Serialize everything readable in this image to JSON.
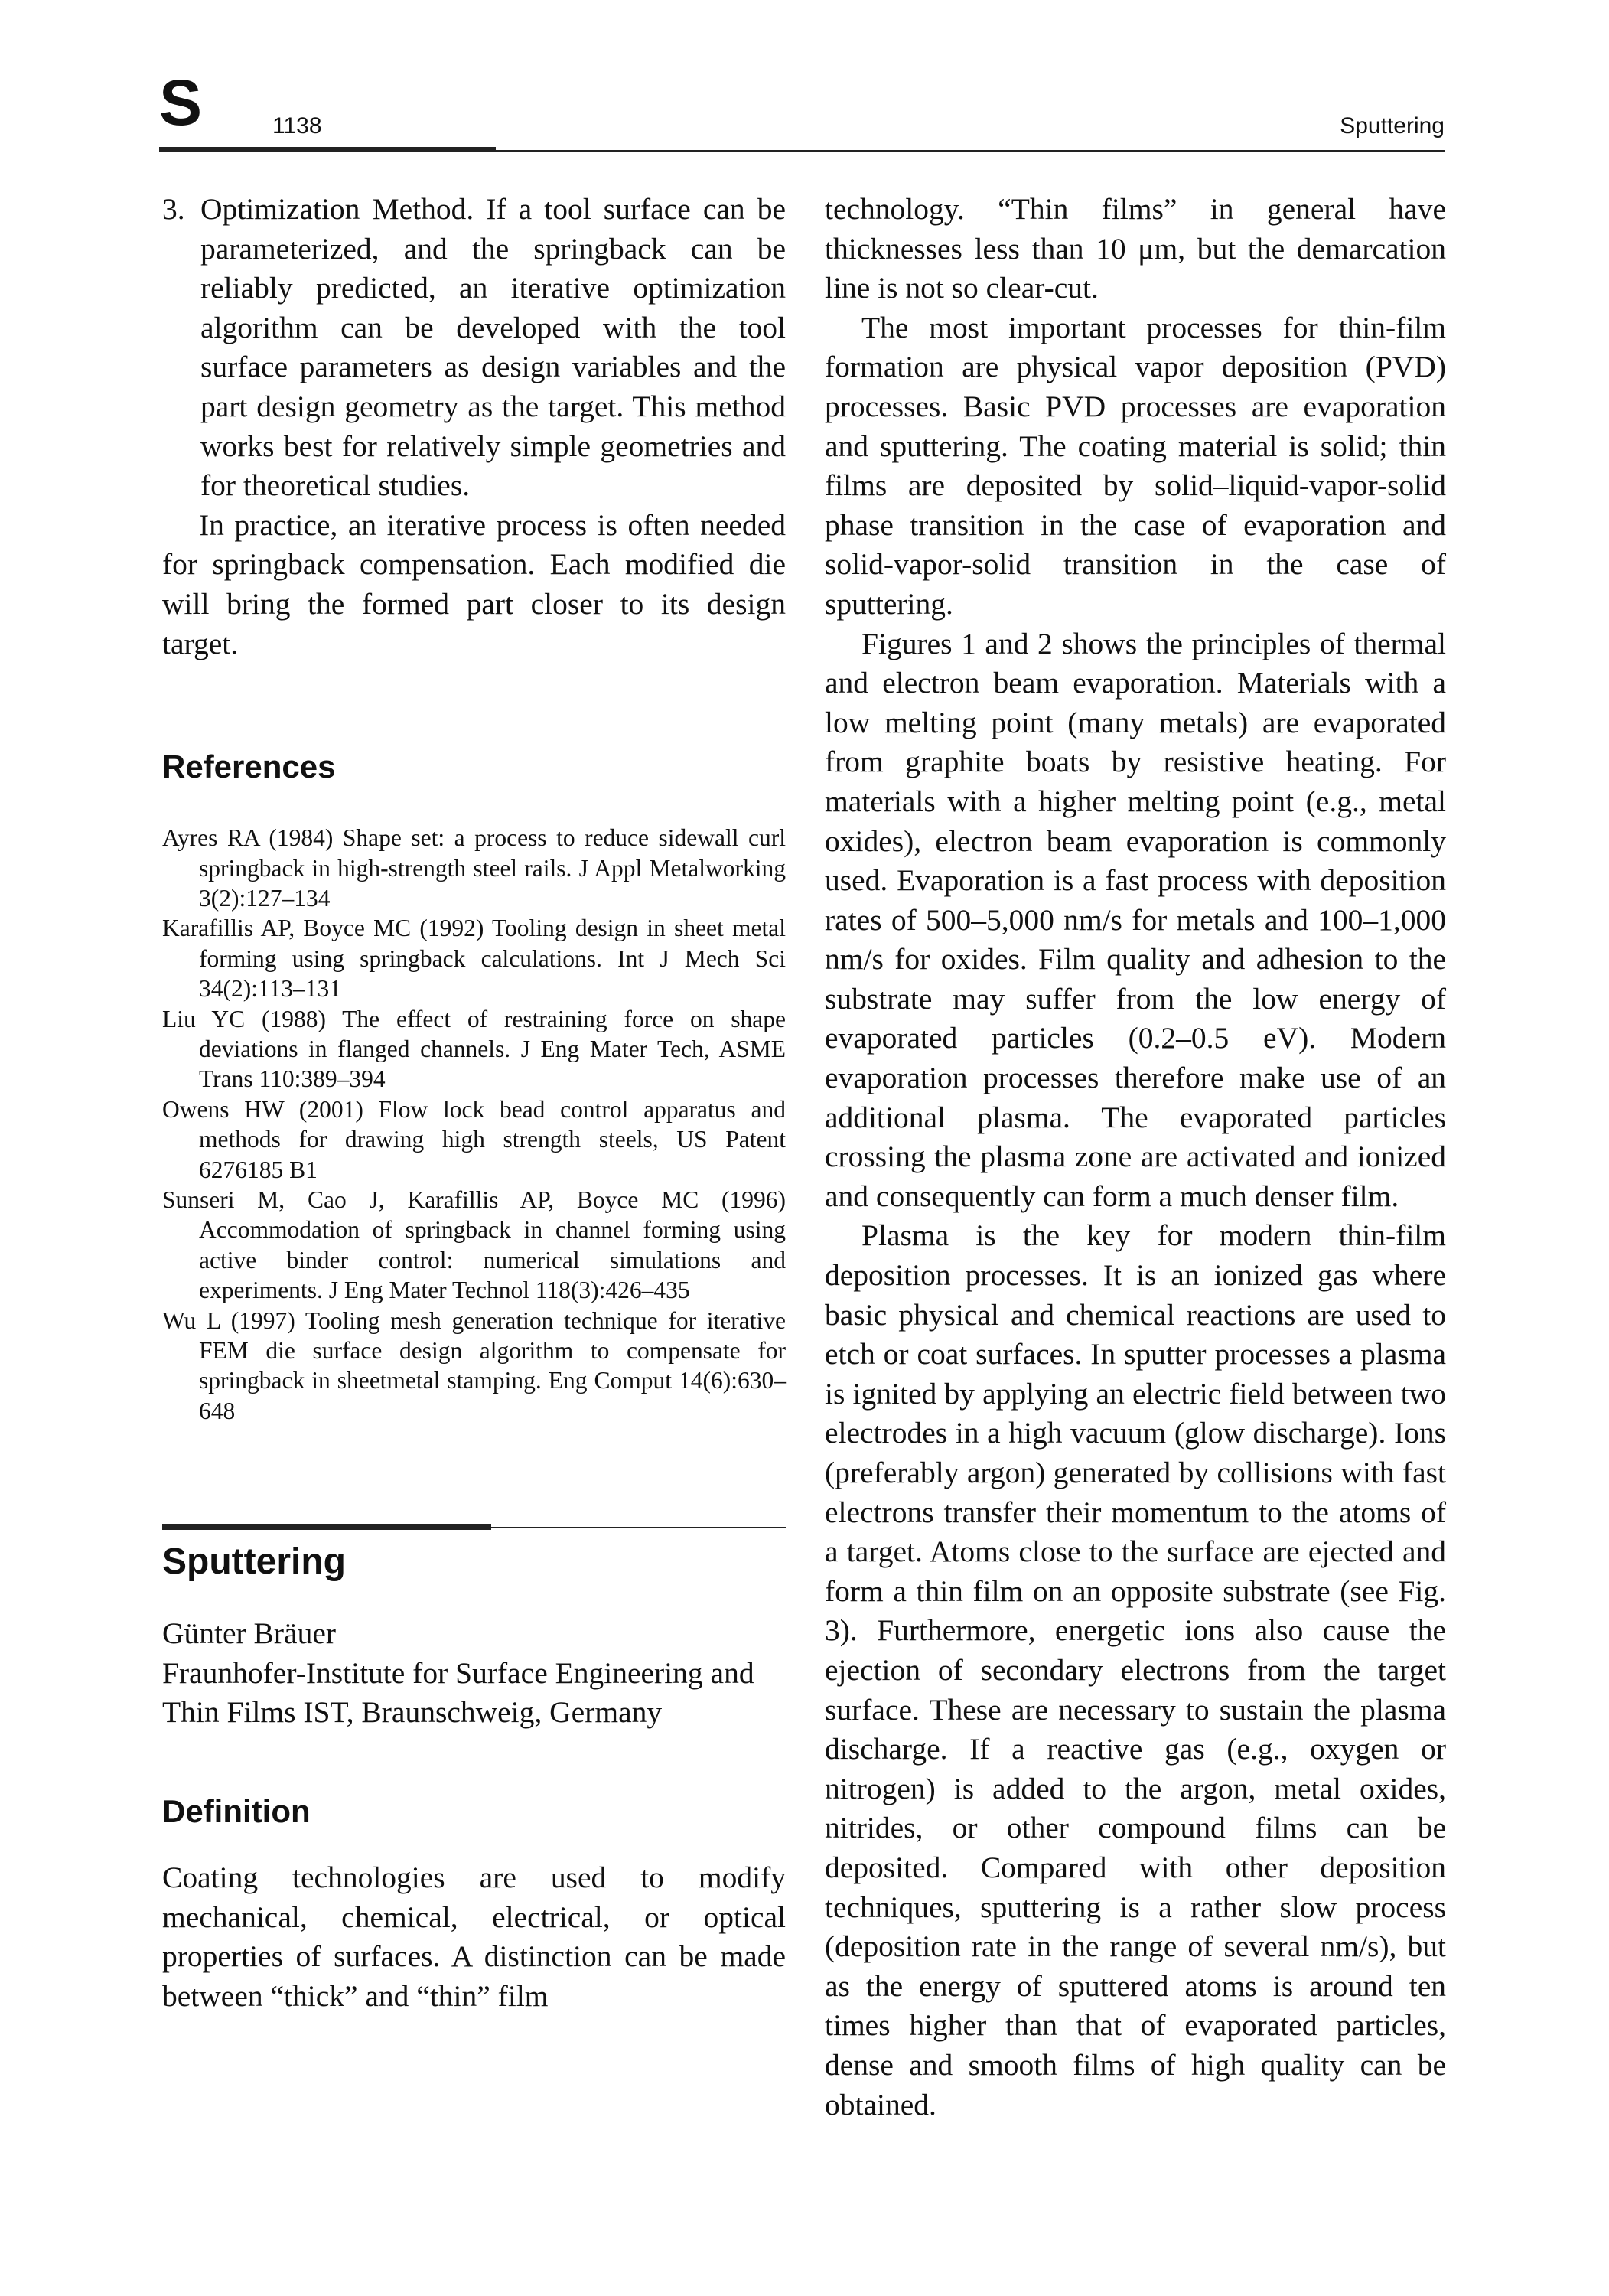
{
  "header": {
    "section_letter": "S",
    "page_number": "1138",
    "running_title": "Sputtering"
  },
  "left_column": {
    "list_item": {
      "number": "3.",
      "text": "Optimization Method. If a tool surface can be parameterized, and the springback can be reliably predicted, an iterative optimization algorithm can be developed with the tool surface parameters as design variables and the part design geometry as the target. This method works best for relatively simple geometries and for theoretical studies."
    },
    "paragraph": "In practice, an iterative process is often needed for springback compensation. Each modified die will bring the formed part closer to its design target.",
    "references_heading": "References",
    "references": [
      "Ayres RA (1984) Shape set: a process to reduce sidewall curl springback in high-strength steel rails. J Appl Metalworking 3(2):127–134",
      "Karafillis AP, Boyce MC (1992) Tooling design in sheet metal forming using springback calculations. Int J Mech Sci 34(2):113–131",
      "Liu YC (1988) The effect of restraining force on shape deviations in flanged channels. J Eng Mater Tech, ASME Trans 110:389–394",
      "Owens HW (2001) Flow lock bead control apparatus and methods for drawing high strength steels, US Patent 6276185 B1",
      "Sunseri M, Cao J, Karafillis AP, Boyce MC (1996) Accommodation of springback in channel forming using active binder control: numerical simulations and experiments. J Eng Mater Technol 118(3):426–435",
      "Wu L (1997) Tooling mesh generation technique for iterative FEM die surface design algorithm to compensate for springback in sheetmetal stamping. Eng Comput 14(6):630–648"
    ],
    "entry_title": "Sputtering",
    "author_name": "Günter Bräuer",
    "author_affiliation": "Fraunhofer-Institute for Surface Engineering and Thin Films IST, Braunschweig, Germany",
    "definition_heading": "Definition",
    "definition_text": "Coating technologies are used to modify mechanical, chemical, electrical, or optical properties of surfaces. A distinction can be made between “thick” and “thin” film"
  },
  "right_column": {
    "paragraphs": [
      "technology. “Thin films” in general have thicknesses less than 10 μm, but the demarcation line is not so clear-cut.",
      "The most important processes for thin-film formation are physical vapor deposition (PVD) processes. Basic PVD processes are evaporation and sputtering. The coating material is solid; thin films are deposited by solid–liquid-vapor-solid phase transition in the case of evaporation and solid-vapor-solid transition in the case of sputtering.",
      "Figures 1 and 2 shows the principles of thermal and electron beam evaporation. Materials with a low melting point (many metals) are evaporated from graphite boats by resistive heating. For materials with a higher melting point (e.g., metal oxides), electron beam evaporation is commonly used. Evaporation is a fast process with deposition rates of 500–5,000 nm/s for metals and 100–1,000 nm/s for oxides. Film quality and adhesion to the substrate may suffer from the low energy of evaporated particles (0.2–0.5 eV). Modern evaporation processes therefore make use of an additional plasma. The evaporated particles crossing the plasma zone are activated and ionized and consequently can form a much denser film.",
      "Plasma is the key for modern thin-film deposition processes. It is an ionized gas where basic physical and chemical reactions are used to etch or coat surfaces. In sputter processes a plasma is ignited by applying an electric field between two electrodes in a high vacuum (glow discharge). Ions (preferably argon) generated by collisions with fast electrons transfer their momentum to the atoms of a target. Atoms close to the surface are ejected and form a thin film on an opposite substrate (see Fig. 3). Furthermore, energetic ions also cause the ejection of secondary electrons from the target surface. These are necessary to sustain the plasma discharge. If a reactive gas (e.g., oxygen or nitrogen) is added to the argon, metal oxides, nitrides, or other compound films can be deposited. Compared with other deposition techniques, sputtering is a rather slow process (deposition rate in the range of several nm/s), but as the energy of sputtered atoms is around ten times higher than that of evaporated particles, dense and smooth films of high quality can be obtained."
    ]
  }
}
